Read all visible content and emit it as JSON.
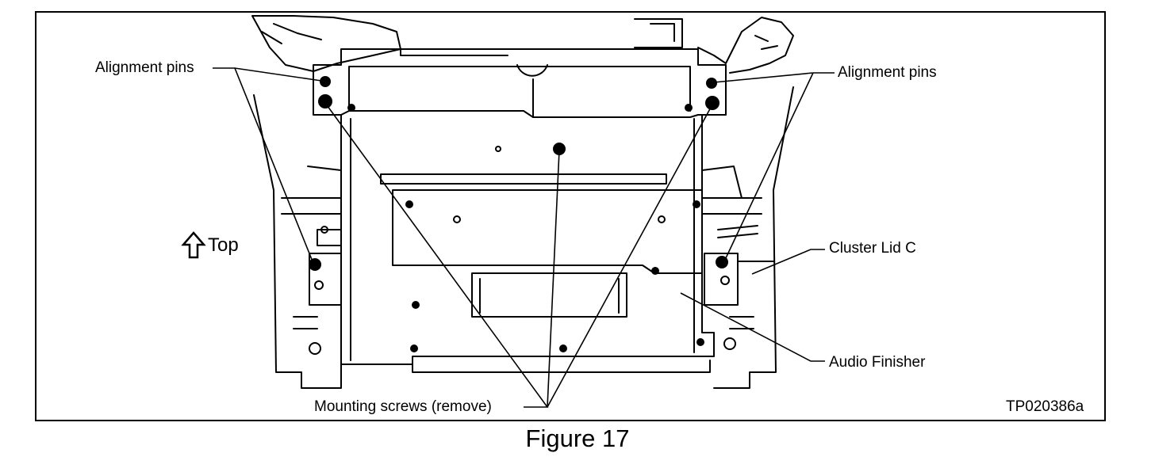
{
  "figure": {
    "caption": "Figure 17",
    "code": "TP020386a"
  },
  "labels": {
    "alignment_pins_left": "Alignment pins",
    "alignment_pins_right": "Alignment pins",
    "top_indicator": "Top",
    "cluster_lid": "Cluster Lid C",
    "audio_finisher": "Audio Finisher",
    "mounting_screws": "Mounting screws (remove)"
  },
  "icons": {
    "top_arrow": "up-arrow-icon"
  }
}
